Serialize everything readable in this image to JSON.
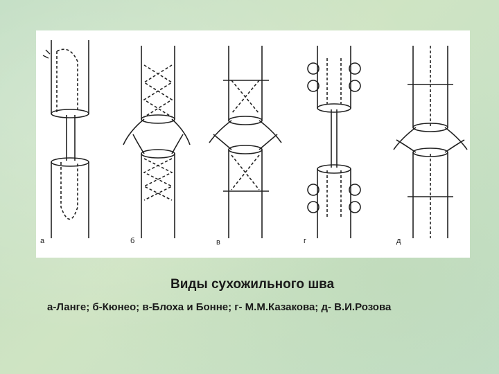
{
  "figure": {
    "labels": [
      "а",
      "б",
      "в",
      "г",
      "д"
    ]
  },
  "title": "Виды сухожильного шва",
  "caption": "а-Ланге; б-Кюнео; в-Блоха и Бонне; г- М.М.Казакова; д- В.И.Розова"
}
